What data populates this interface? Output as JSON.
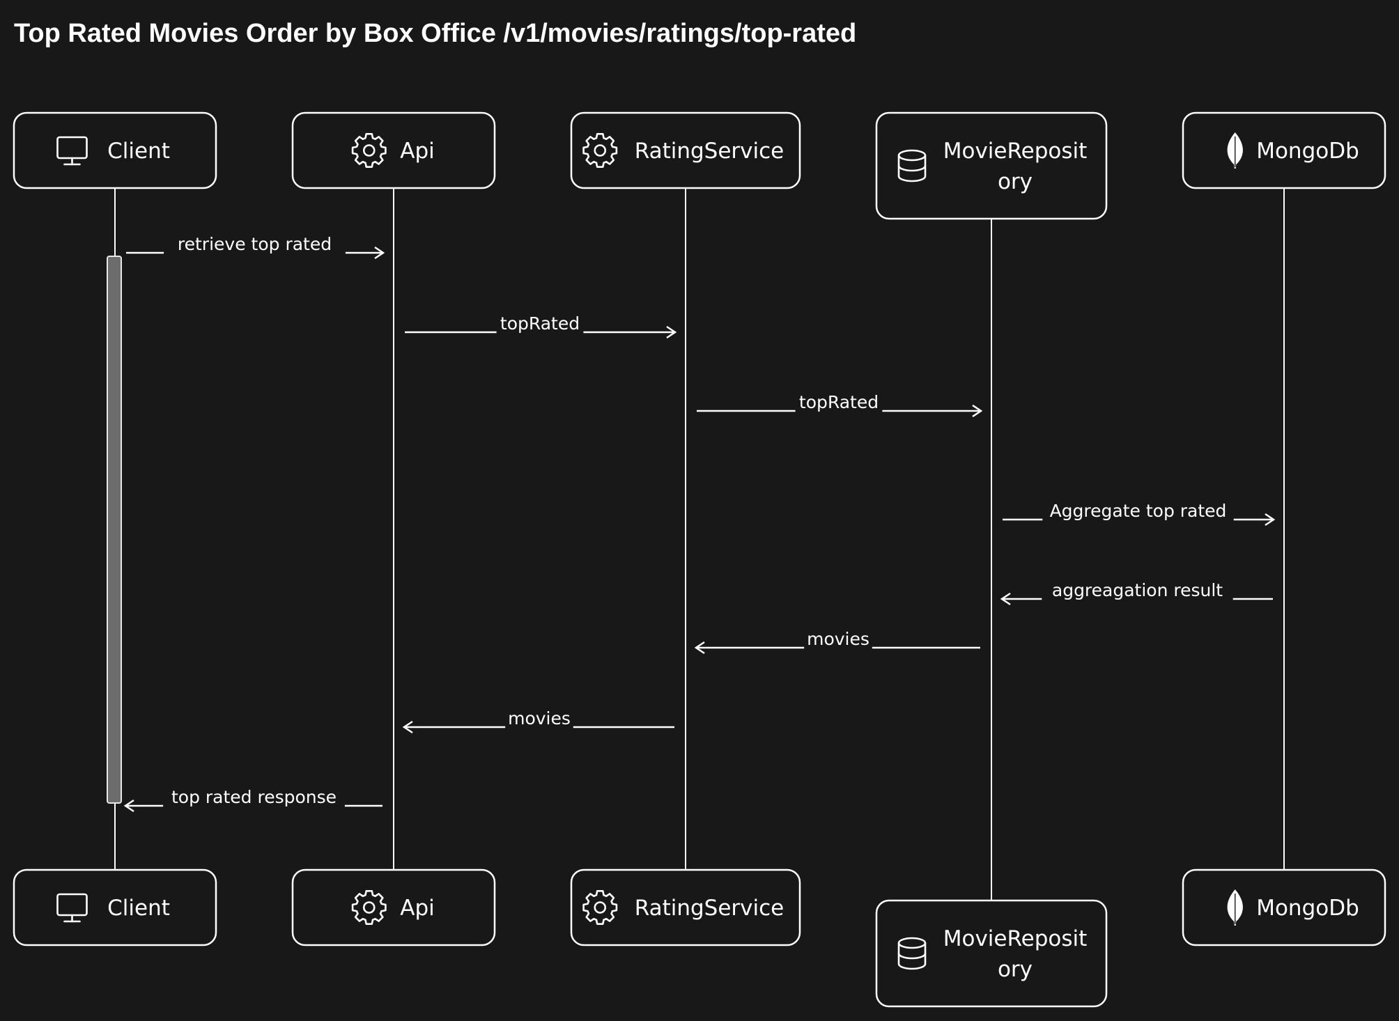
{
  "title": "Top Rated Movies Order by Box Office /v1/movies/ratings/top-rated",
  "participants": [
    {
      "id": "client",
      "name": "Client",
      "lines": [
        "Client"
      ],
      "icon": "monitor-icon"
    },
    {
      "id": "api",
      "name": "Api",
      "lines": [
        "Api"
      ],
      "icon": "gear-icon"
    },
    {
      "id": "rating-service",
      "name": "RatingService",
      "lines": [
        "RatingService"
      ],
      "icon": "gear-icon"
    },
    {
      "id": "movie-repository",
      "name": "MovieRepository",
      "lines": [
        "MovieReposit",
        "ory"
      ],
      "icon": "database-icon"
    },
    {
      "id": "mongodb",
      "name": "MongoDb",
      "lines": [
        "MongoDb"
      ],
      "icon": "mongodb-leaf-icon"
    }
  ],
  "messages": [
    {
      "from": "client",
      "to": "api",
      "label": "retrieve top rated"
    },
    {
      "from": "api",
      "to": "rating-service",
      "label": "topRated"
    },
    {
      "from": "rating-service",
      "to": "movie-repository",
      "label": "topRated"
    },
    {
      "from": "movie-repository",
      "to": "mongodb",
      "label": "Aggregate top rated"
    },
    {
      "from": "mongodb",
      "to": "movie-repository",
      "label": "aggreagation result"
    },
    {
      "from": "movie-repository",
      "to": "rating-service",
      "label": "movies"
    },
    {
      "from": "rating-service",
      "to": "api",
      "label": "movies"
    },
    {
      "from": "api",
      "to": "client",
      "label": "top rated response"
    }
  ],
  "activations": [
    {
      "participant": "client",
      "from_message": 0,
      "to_message": 7
    }
  ],
  "colors": {
    "background": "#181818",
    "foreground": "#ffffff",
    "activation_fill": "#6c6c6c"
  }
}
